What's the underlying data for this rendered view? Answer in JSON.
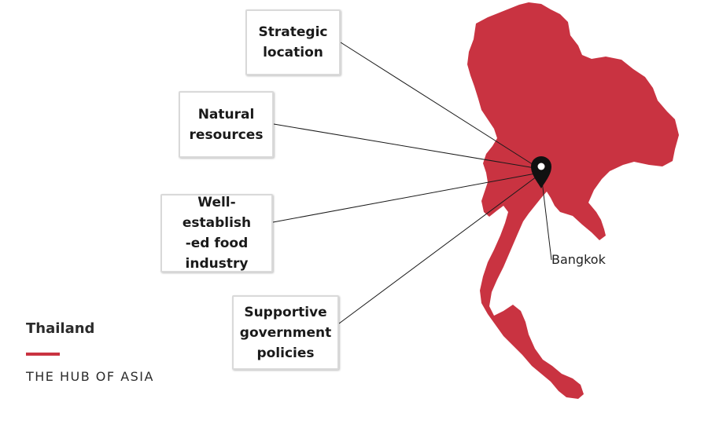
{
  "colors": {
    "map_fill": "#c93341",
    "accent": "#c93341",
    "connector": "#1a1a1a",
    "pin": "#111111"
  },
  "factors": [
    {
      "lines": [
        "Strategic",
        "location"
      ]
    },
    {
      "lines": [
        "Natural",
        "resources"
      ]
    },
    {
      "lines": [
        "Well-establish",
        "-ed food",
        "industry"
      ]
    },
    {
      "lines": [
        "Supportive",
        "government",
        "policies"
      ]
    }
  ],
  "map": {
    "country_shape": "thailand-map",
    "pin_icon": "map-pin-icon",
    "city_label": "Bangkok"
  },
  "caption": {
    "title": "Thailand",
    "tagline": "THE HUB OF ASIA"
  }
}
